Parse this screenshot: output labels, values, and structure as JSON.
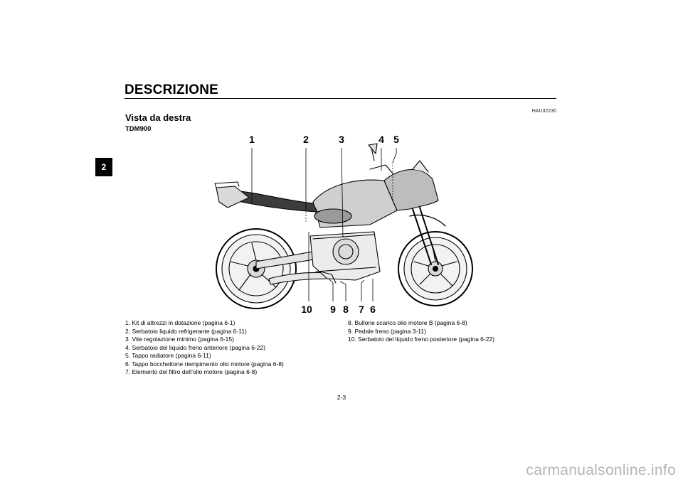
{
  "header": {
    "title": "DESCRIZIONE"
  },
  "chapter_tab": "2",
  "section": {
    "ref_code": "HAU32230",
    "heading": "Vista da destra",
    "model": "TDM900"
  },
  "figure": {
    "callouts": [
      {
        "num": "1"
      },
      {
        "num": "2"
      },
      {
        "num": "3"
      },
      {
        "num": "4"
      },
      {
        "num": "5"
      },
      {
        "num": "6"
      },
      {
        "num": "7"
      },
      {
        "num": "8"
      },
      {
        "num": "9"
      },
      {
        "num": "10"
      }
    ]
  },
  "legend": {
    "left": [
      "1. Kit di attrezzi in dotazione (pagina 6-1)",
      "2. Serbatoio liquido refrigerante (pagina 6-11)",
      "3. Vite regolazione minimo (pagina 6-15)",
      "4. Serbatoio del liquido freno anteriore (pagina 6-22)",
      "5. Tappo radiatore (pagina 6-11)",
      "6. Tappo bocchettone riempimento olio motore (pagina 6-8)",
      "7. Elemento del filtro dell’olio motore (pagina 6-8)"
    ],
    "right": [
      "8. Bullone scarico olio motore B (pagina 6-8)",
      "9. Pedale freno (pagina 3-11)",
      "10. Serbatoio del liquido freno posteriore (pagina 6-22)"
    ]
  },
  "footer": {
    "page_number": "2-3"
  },
  "watermark": "carmanualsonline.info"
}
